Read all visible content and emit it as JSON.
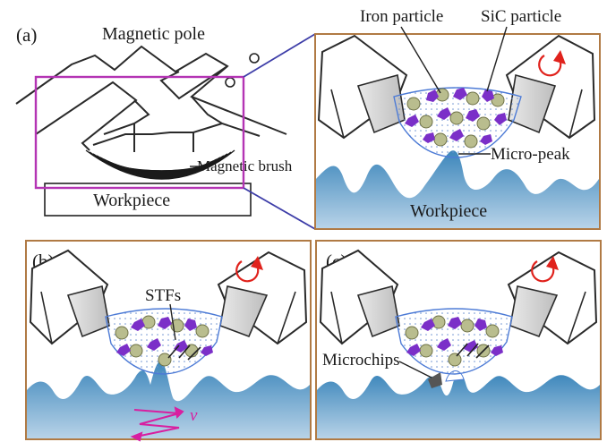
{
  "figure": {
    "panel_a": {
      "label": "(a)",
      "magnetic_pole": "Magnetic pole",
      "magnetic_brush": "Magnetic brush",
      "workpiece": "Workpiece"
    },
    "zoom": {
      "iron_particle": "Iron particle",
      "sic_particle": "SiC particle",
      "micro_peak": "Micro-peak",
      "workpiece": "Workpiece"
    },
    "panel_b": {
      "label": "(b)",
      "stfs": "STFs",
      "velocity": "v"
    },
    "panel_c": {
      "label": "(c)",
      "microchips": "Microchips"
    }
  },
  "colors": {
    "panel_border": "#b07a44",
    "zoom_frame": "#b434b4",
    "zoom_lines": "#3d3da8",
    "workpiece_top": "#4a8fc0",
    "workpiece_bottom": "#a7c7e0",
    "iron": "#b9bd8e",
    "sic": "#7b2fc8",
    "rotation_arrow": "#e0221c",
    "velocity_arrow": "#d81fa0",
    "brush_outline": "#4d7bd6"
  }
}
